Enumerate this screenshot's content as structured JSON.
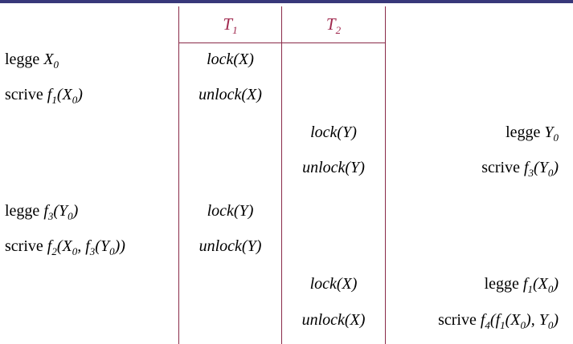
{
  "table": {
    "headers": [
      {
        "base": "T",
        "sub": "1"
      },
      {
        "base": "T",
        "sub": "2"
      }
    ],
    "rows": [
      {
        "left": [
          {
            "t": "legge "
          },
          {
            "i": "X"
          },
          {
            "sub": "0"
          }
        ],
        "t1": "lock(X)",
        "t2": "",
        "right": []
      },
      {
        "left": [
          {
            "t": "scrive "
          },
          {
            "i": "f"
          },
          {
            "sub": "1"
          },
          {
            "i": "(X"
          },
          {
            "sub": "0"
          },
          {
            "i": ")"
          }
        ],
        "t1": "unlock(X)",
        "t2": "",
        "right": []
      },
      {
        "left": [],
        "t1": "",
        "t2": "lock(Y)",
        "right": [
          {
            "t": "legge "
          },
          {
            "i": "Y"
          },
          {
            "sub": "0"
          }
        ]
      },
      {
        "left": [],
        "t1": "",
        "t2": "unlock(Y)",
        "right": [
          {
            "t": "scrive "
          },
          {
            "i": "f"
          },
          {
            "sub": "3"
          },
          {
            "i": "(Y"
          },
          {
            "sub": "0"
          },
          {
            "i": ")"
          }
        ]
      },
      {
        "left": [
          {
            "t": "legge "
          },
          {
            "i": "f"
          },
          {
            "sub": "3"
          },
          {
            "i": "(Y"
          },
          {
            "sub": "0"
          },
          {
            "i": ")"
          }
        ],
        "t1": "lock(Y)",
        "t2": "",
        "right": []
      },
      {
        "left": [
          {
            "t": "scrive "
          },
          {
            "i": "f"
          },
          {
            "sub": "2"
          },
          {
            "i": "(X"
          },
          {
            "sub": "0"
          },
          {
            "i": ", f"
          },
          {
            "sub": "3"
          },
          {
            "i": "(Y"
          },
          {
            "sub": "0"
          },
          {
            "i": "))"
          }
        ],
        "t1": "unlock(Y)",
        "t2": "",
        "right": []
      },
      {
        "left": [],
        "t1": "",
        "t2": "lock(X)",
        "right": [
          {
            "t": "legge "
          },
          {
            "i": "f"
          },
          {
            "sub": "1"
          },
          {
            "i": "(X"
          },
          {
            "sub": "0"
          },
          {
            "i": ")"
          }
        ]
      },
      {
        "left": [],
        "t1": "",
        "t2": "unlock(X)",
        "right": [
          {
            "t": "scrive "
          },
          {
            "i": "f"
          },
          {
            "sub": "4"
          },
          {
            "i": "(f"
          },
          {
            "sub": "1"
          },
          {
            "i": "(X"
          },
          {
            "sub": "0"
          },
          {
            "i": "), Y"
          },
          {
            "sub": "0"
          },
          {
            "i": ")"
          }
        ]
      }
    ]
  },
  "colors": {
    "top_bar": "#38387a",
    "rule_lines": "#8a2a48",
    "header_text": "#a0284e"
  }
}
